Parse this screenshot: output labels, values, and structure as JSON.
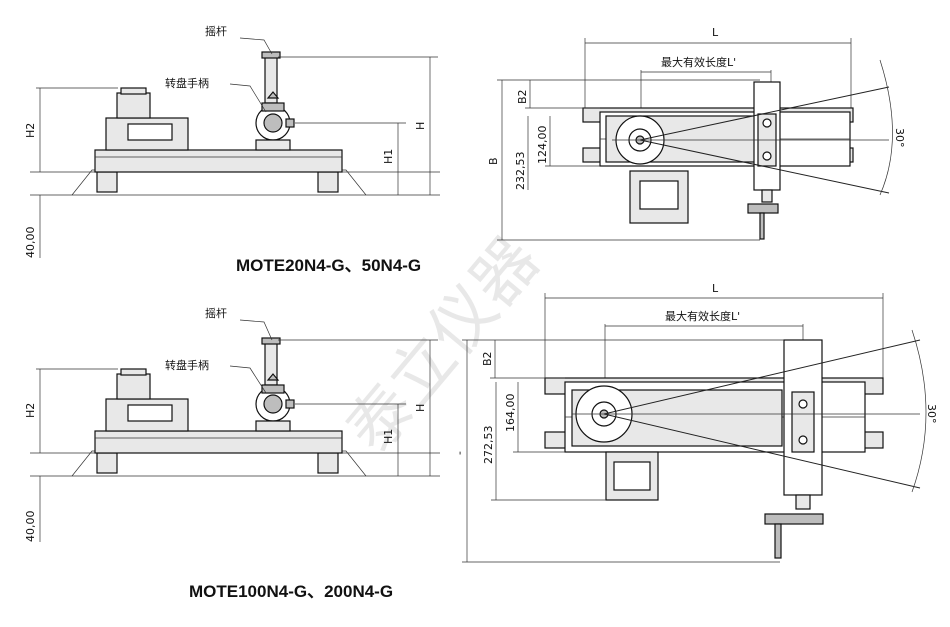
{
  "watermark": "泰立仪器",
  "top": {
    "caption": "MOTE20N4-G、50N4-G",
    "side_view": {
      "labels": {
        "rocker": "摇杆",
        "handwheel": "转盘手柄"
      },
      "dims": {
        "h2": "H2",
        "h": "H",
        "h1": "H1",
        "base": "40,00"
      }
    },
    "top_view": {
      "dims": {
        "l": "L",
        "lprime": "最大有效长度L'",
        "b": "B",
        "b2": "B2",
        "d1": "124,00",
        "d2": "232,53",
        "angle": "30°"
      }
    }
  },
  "bottom": {
    "caption": "MOTE100N4-G、200N4-G",
    "side_view": {
      "labels": {
        "rocker": "摇杆",
        "handwheel": "转盘手柄"
      },
      "dims": {
        "h2": "H2",
        "h": "H",
        "h1": "H1",
        "base": "40,00"
      }
    },
    "top_view": {
      "dims": {
        "l": "L",
        "lprime": "最大有效长度L'",
        "b": "-",
        "b2": "B2",
        "d1": "164,00",
        "d2": "272,53",
        "angle": "30°"
      }
    }
  }
}
